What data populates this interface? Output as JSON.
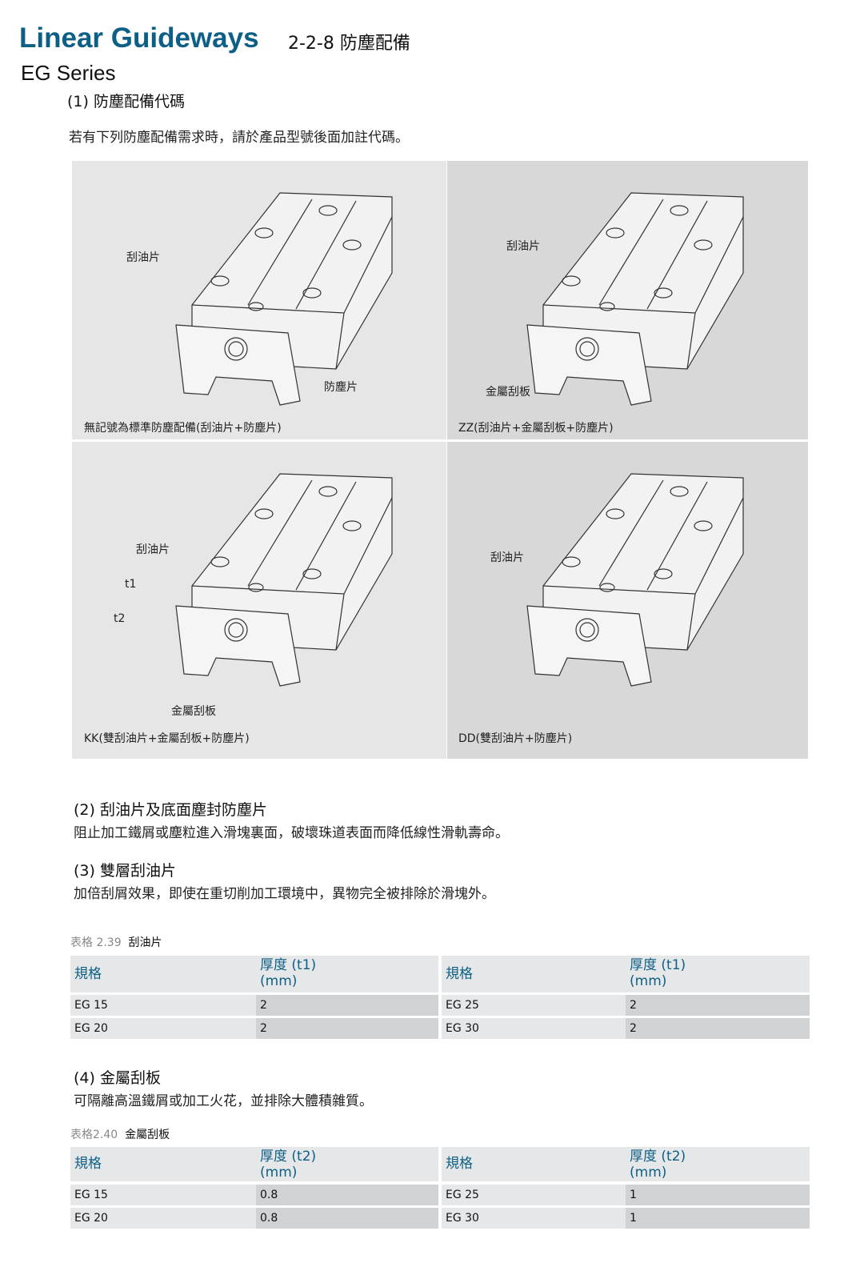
{
  "header": {
    "brand": "Linear Guideways",
    "section": "2-2-8 防塵配備",
    "series": "EG Series"
  },
  "s1": {
    "title": "(1) 防塵配備代碼",
    "intro": "若有下列防塵配備需求時，請於產品型號後面加註代碼。"
  },
  "panels": [
    {
      "caption": "無記號為標準防塵配備(刮油片+防塵片)",
      "labels": [
        "刮油片",
        "防塵片"
      ]
    },
    {
      "caption": "ZZ(刮油片+金屬刮板+防塵片)",
      "labels": [
        "刮油片",
        "金屬刮板"
      ]
    },
    {
      "caption": "KK(雙刮油片+金屬刮板+防塵片)",
      "labels": [
        "刮油片",
        "t1",
        "t2",
        "金屬刮板"
      ]
    },
    {
      "caption": "DD(雙刮油片+防塵片)",
      "labels": [
        "刮油片"
      ]
    }
  ],
  "s2": {
    "title": "(2) 刮油片及底面塵封防塵片",
    "text": "阻止加工鐵屑或塵粒進入滑塊裏面，破壞珠道表面而降低線性滑軌壽命。"
  },
  "s3": {
    "title": "(3) 雙層刮油片",
    "text": "加倍刮屑效果，即使在重切削加工環境中，異物完全被排除於滑塊外。"
  },
  "table1": {
    "num": "表格 2.39",
    "name": "刮油片",
    "h1": "規格",
    "h2a": "厚度 (t1)",
    "h2b": "(mm)",
    "rows": [
      [
        "EG 15",
        "2",
        "EG 25",
        "2"
      ],
      [
        "EG 20",
        "2",
        "EG 30",
        "2"
      ]
    ]
  },
  "s4": {
    "title": "(4) 金屬刮板",
    "text": "可隔離高溫鐵屑或加工火花，並排除大體積雜質。"
  },
  "table2": {
    "num": "表格2.40",
    "name": "金屬刮板",
    "h1": "規格",
    "h2a": "厚度 (t2)",
    "h2b": "(mm)",
    "rows": [
      [
        "EG 15",
        "0.8",
        "EG 25",
        "1"
      ],
      [
        "EG 20",
        "0.8",
        "EG 30",
        "1"
      ]
    ]
  },
  "colors": {
    "brand": "#0d5f86",
    "panel_light": "#e6e6e7",
    "panel_dark": "#d8d8d9"
  }
}
